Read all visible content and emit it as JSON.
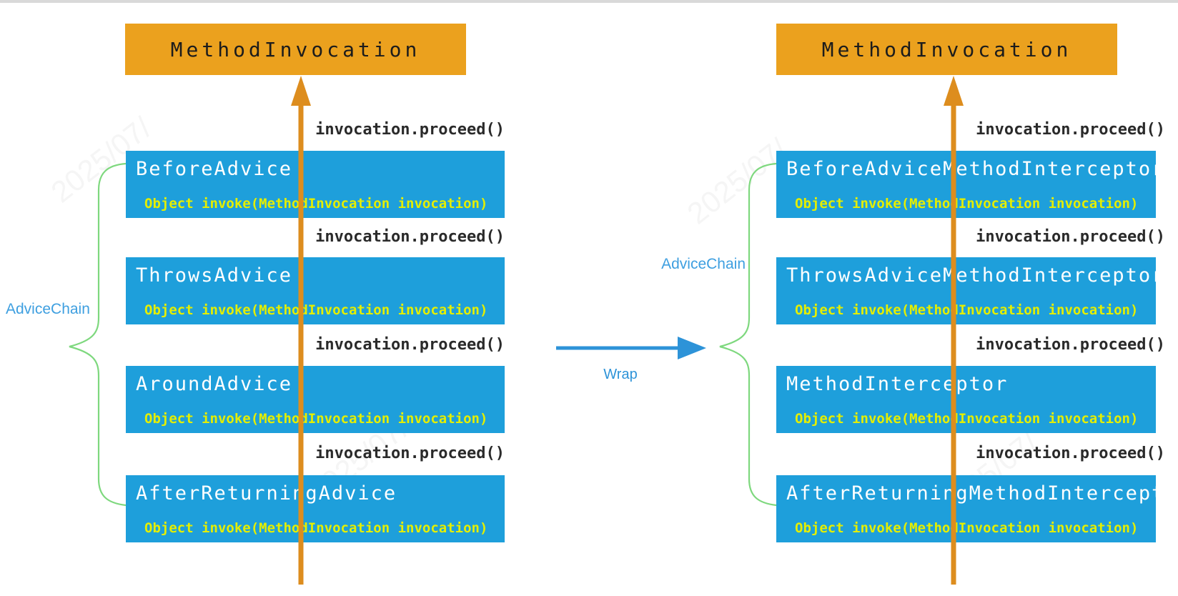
{
  "colors": {
    "header_orange": "#EBA11E",
    "arrow_orange": "#DD8D1E",
    "box_blue": "#1E9FDB",
    "signature_yellow": "#E4EE00",
    "label_blue": "#3E9FE0",
    "wrap_arrow_blue": "#2D93D8",
    "brace_green": "#7ED87E",
    "proceed_text": "#2A2A2A",
    "top_strip_gray": "#D9D9D9"
  },
  "watermark": {
    "text": "2025/07/"
  },
  "left_column": {
    "header": "MethodInvocation",
    "chain_label": "AdviceChain",
    "proceed_call": "invocation.proceed()",
    "boxes": [
      {
        "title": "BeforeAdvice",
        "signature": "Object invoke(MethodInvocation invocation)"
      },
      {
        "title": "ThrowsAdvice",
        "signature": "Object invoke(MethodInvocation invocation)"
      },
      {
        "title": "AroundAdvice",
        "signature": "Object invoke(MethodInvocation invocation)"
      },
      {
        "title": "AfterReturningAdvice",
        "signature": "Object invoke(MethodInvocation invocation)"
      }
    ]
  },
  "wrap_arrow": {
    "label": "Wrap"
  },
  "right_column": {
    "header": "MethodInvocation",
    "chain_label": "AdviceChain",
    "proceed_call": "invocation.proceed()",
    "boxes": [
      {
        "title": "BeforeAdviceMethodInterceptor",
        "signature": "Object invoke(MethodInvocation invocation)"
      },
      {
        "title": "ThrowsAdviceMethodInterceptor",
        "signature": "Object invoke(MethodInvocation invocation)"
      },
      {
        "title": "MethodInterceptor",
        "signature": "Object invoke(MethodInvocation invocation)"
      },
      {
        "title": "AfterReturningMethodInterceptor",
        "signature": "Object invoke(MethodInvocation invocation)"
      }
    ]
  }
}
